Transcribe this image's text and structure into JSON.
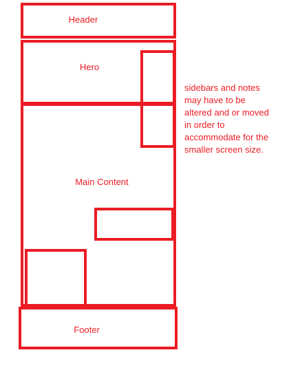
{
  "colors": {
    "outline": "#ec1c24",
    "text": "#ec1c24",
    "background": "#ffffff"
  },
  "labels": {
    "header": "Header",
    "hero": "Hero",
    "main_content": "Main Content",
    "footer": "Footer"
  },
  "note": "sidebars and notes\nmay have to be\naltered and or moved\nin order to\naccommodate for the\nsmaller screen size."
}
